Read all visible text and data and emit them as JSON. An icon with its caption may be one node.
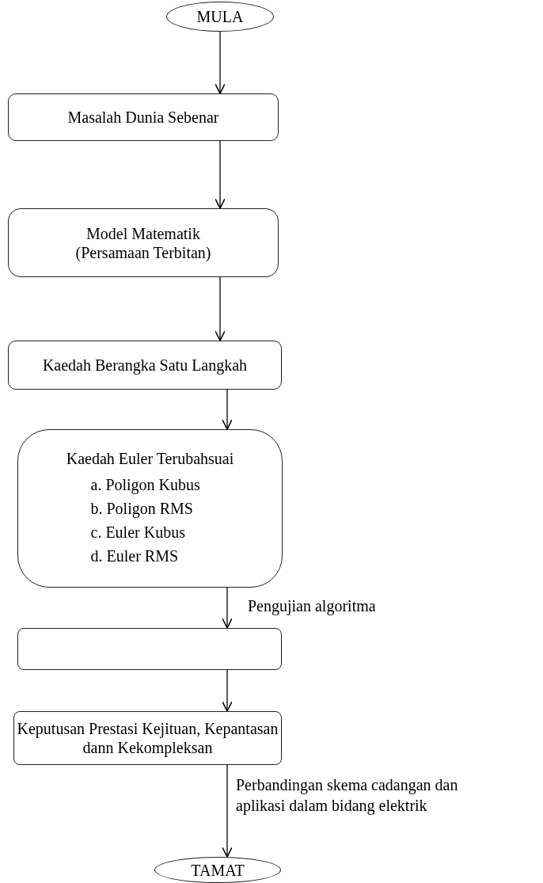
{
  "diagram": {
    "nodes": [
      {
        "text": [
          "MULA"
        ]
      },
      {
        "text": [
          "Masalah Dunia Sebenar"
        ]
      },
      {
        "text": [
          "Model Matematik (Persamaan Terbitan)"
        ]
      },
      {
        "text": [
          "Kaedah Berangka Satu Langkah"
        ]
      },
      {
        "text": [
          "Kaedah Euler Terubahsuai",
          "a. Poligon Kubus",
          "b. Poligon RMS",
          "c. Euler Kubus",
          "d. Euler RMS"
        ]
      },
      {
        "text": [],
        "shape": "box"
      },
      {
        "text": [
          "Keputusan Prestasi Kejituan, Kepantasan dann Kekompleksan"
        ]
      },
      {
        "text": [
          "TAMAT"
        ]
      }
    ],
    "edges": [
      {
        "from": 0,
        "to": 1,
        "arrow": "to"
      },
      {
        "from": 1,
        "to": 2,
        "arrow": "to"
      },
      {
        "from": 2,
        "to": 3,
        "arrow": "to"
      },
      {
        "from": 3,
        "to": 4,
        "arrow": "to"
      },
      {
        "from": 4,
        "to": 5,
        "arrow": "to",
        "label": "Pengujian algoritma"
      },
      {
        "from": 5,
        "to": 6,
        "arrow": "to"
      },
      {
        "from": 6,
        "to": 7,
        "arrow": "to",
        "label": "Perbandingan skema cadangan dan aplikasi dalam bidang elektrik"
      }
    ]
  }
}
